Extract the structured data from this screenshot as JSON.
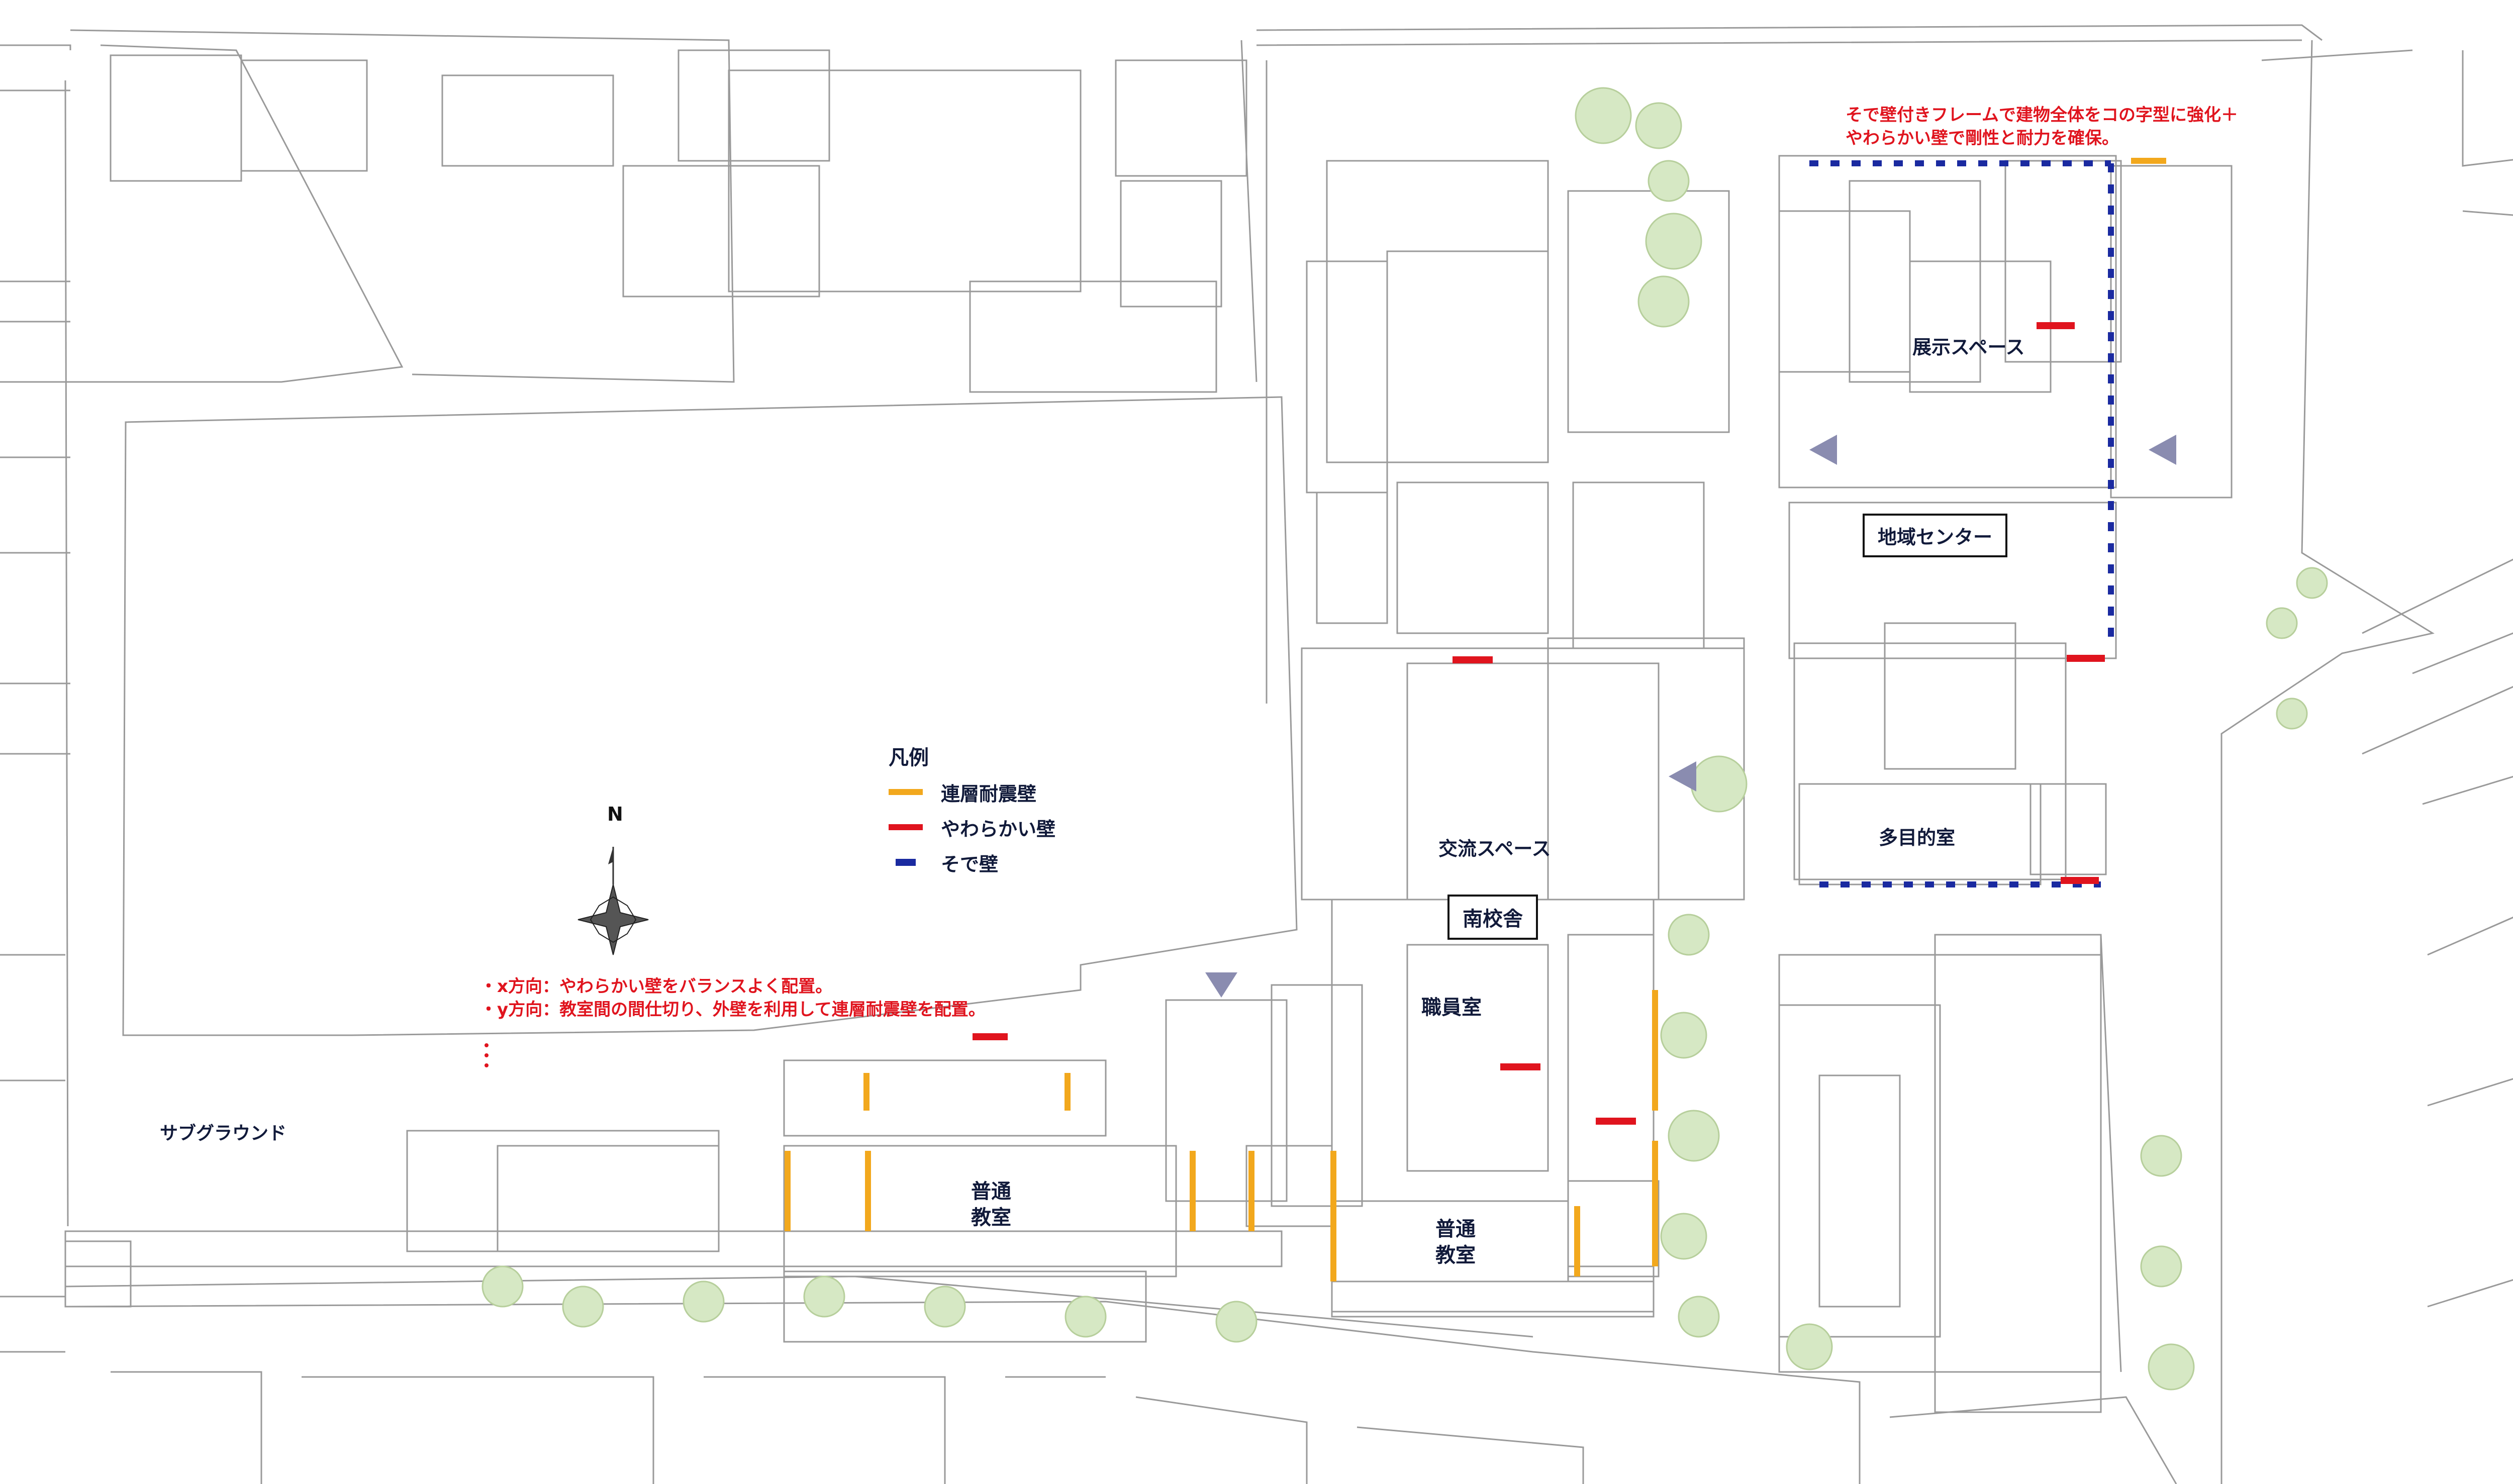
{
  "title_note": {
    "line1": "そで壁付きフレームで建物全体をコの字型に強化＋",
    "line2": "やわらかい壁で剛性と耐力を確保。"
  },
  "rooms": {
    "exhibition": "展示スペース",
    "community_center": "地域センター",
    "multipurpose": "多目的室",
    "exchange": "交流スペース",
    "south_building": "南校舎",
    "staff_room": "職員室",
    "classroom_1_line1": "普通",
    "classroom_1_line2": "教室",
    "classroom_2_line1": "普通",
    "classroom_2_line2": "教室",
    "sub_ground": "サブグラウンド"
  },
  "legend": {
    "title": "凡例",
    "items": [
      {
        "label": "連層耐震壁",
        "color": "#f2a81d",
        "style": "solid"
      },
      {
        "label": "やわらかい壁",
        "color": "#e0141e",
        "style": "solid"
      },
      {
        "label": "そで壁",
        "color": "#1a2aa0",
        "style": "dash"
      }
    ]
  },
  "direction_notes": {
    "x": "・x方向：やわらかい壁をバランスよく配置。",
    "y": "・y方向：教室間の間仕切り、外壁を利用して連層耐震壁を配置。"
  },
  "compass": {
    "label": "N"
  },
  "colors": {
    "seismic_wall": "#f2a81d",
    "soft_wall": "#e0141e",
    "wing_wall": "#1a2aa0",
    "linework": "#8a8a8a",
    "tree": "#c8dfb0",
    "arrow": "#8a8cb0"
  }
}
